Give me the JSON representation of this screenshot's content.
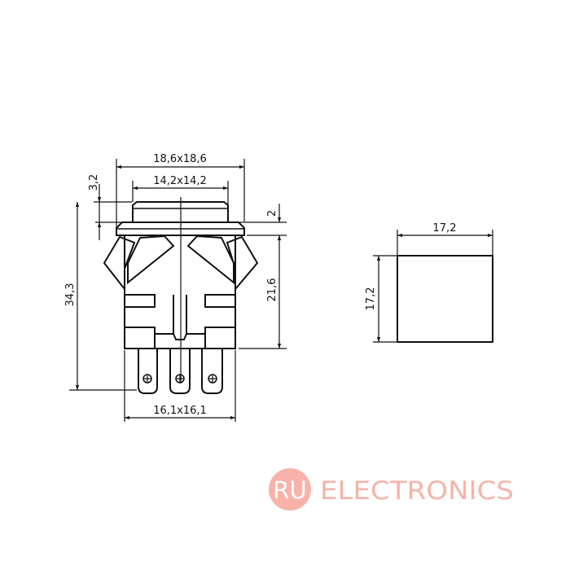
{
  "dimensions": {
    "outer_flange": "18,6x18,6",
    "cap": "14,2x14,2",
    "cap_height": "3,2",
    "total_height": "34,3",
    "flange_thickness": "2",
    "body_height": "21,6",
    "body_width": "16,1x16,1",
    "cutout_width": "17,2",
    "cutout_height": "17,2"
  },
  "logo": {
    "badge": "RU",
    "text": "ELECTRONICS",
    "color": "#f7b3aa"
  }
}
